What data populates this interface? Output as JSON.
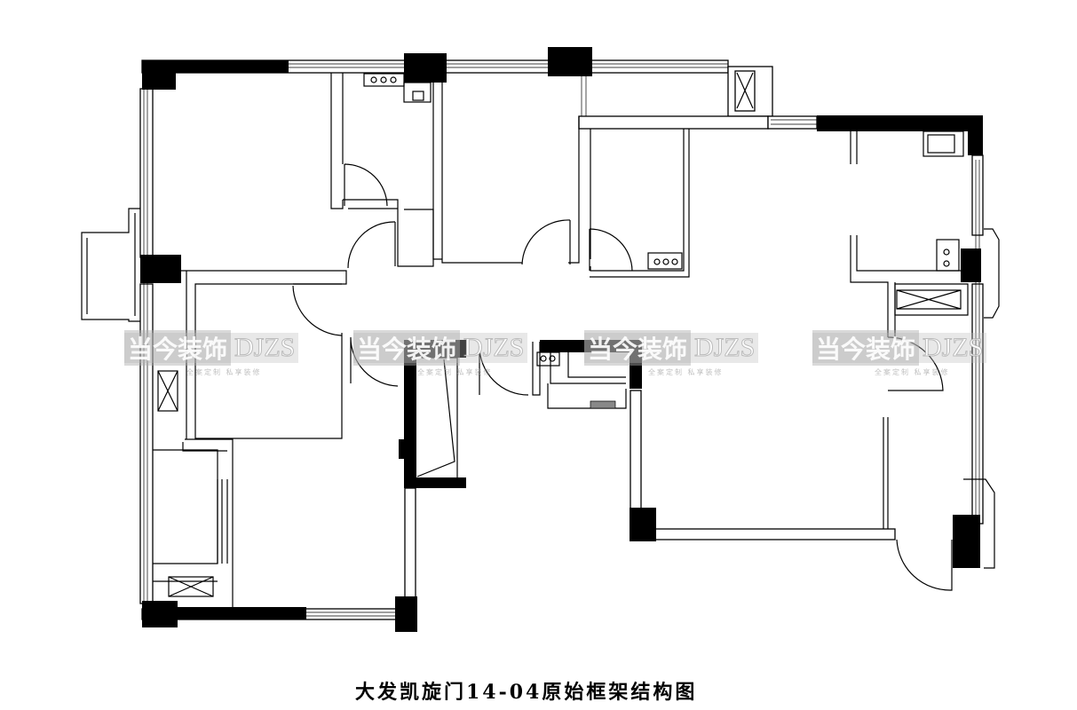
{
  "title": "大发凯旋门14-04原始框架结构图",
  "watermarks": [
    {
      "brand_cn": "当今装饰",
      "brand_en": "DJZS",
      "tagline": "全案定制 私享装修"
    },
    {
      "brand_cn": "当今装饰",
      "brand_en": "DJZS",
      "tagline": "全案定制 私享装修"
    },
    {
      "brand_cn": "当今装饰",
      "brand_en": "DJZS",
      "tagline": "全案定制 私享装修"
    },
    {
      "brand_cn": "当今装饰",
      "brand_en": "DJZS",
      "tagline": "全案定制 私享装修"
    }
  ]
}
